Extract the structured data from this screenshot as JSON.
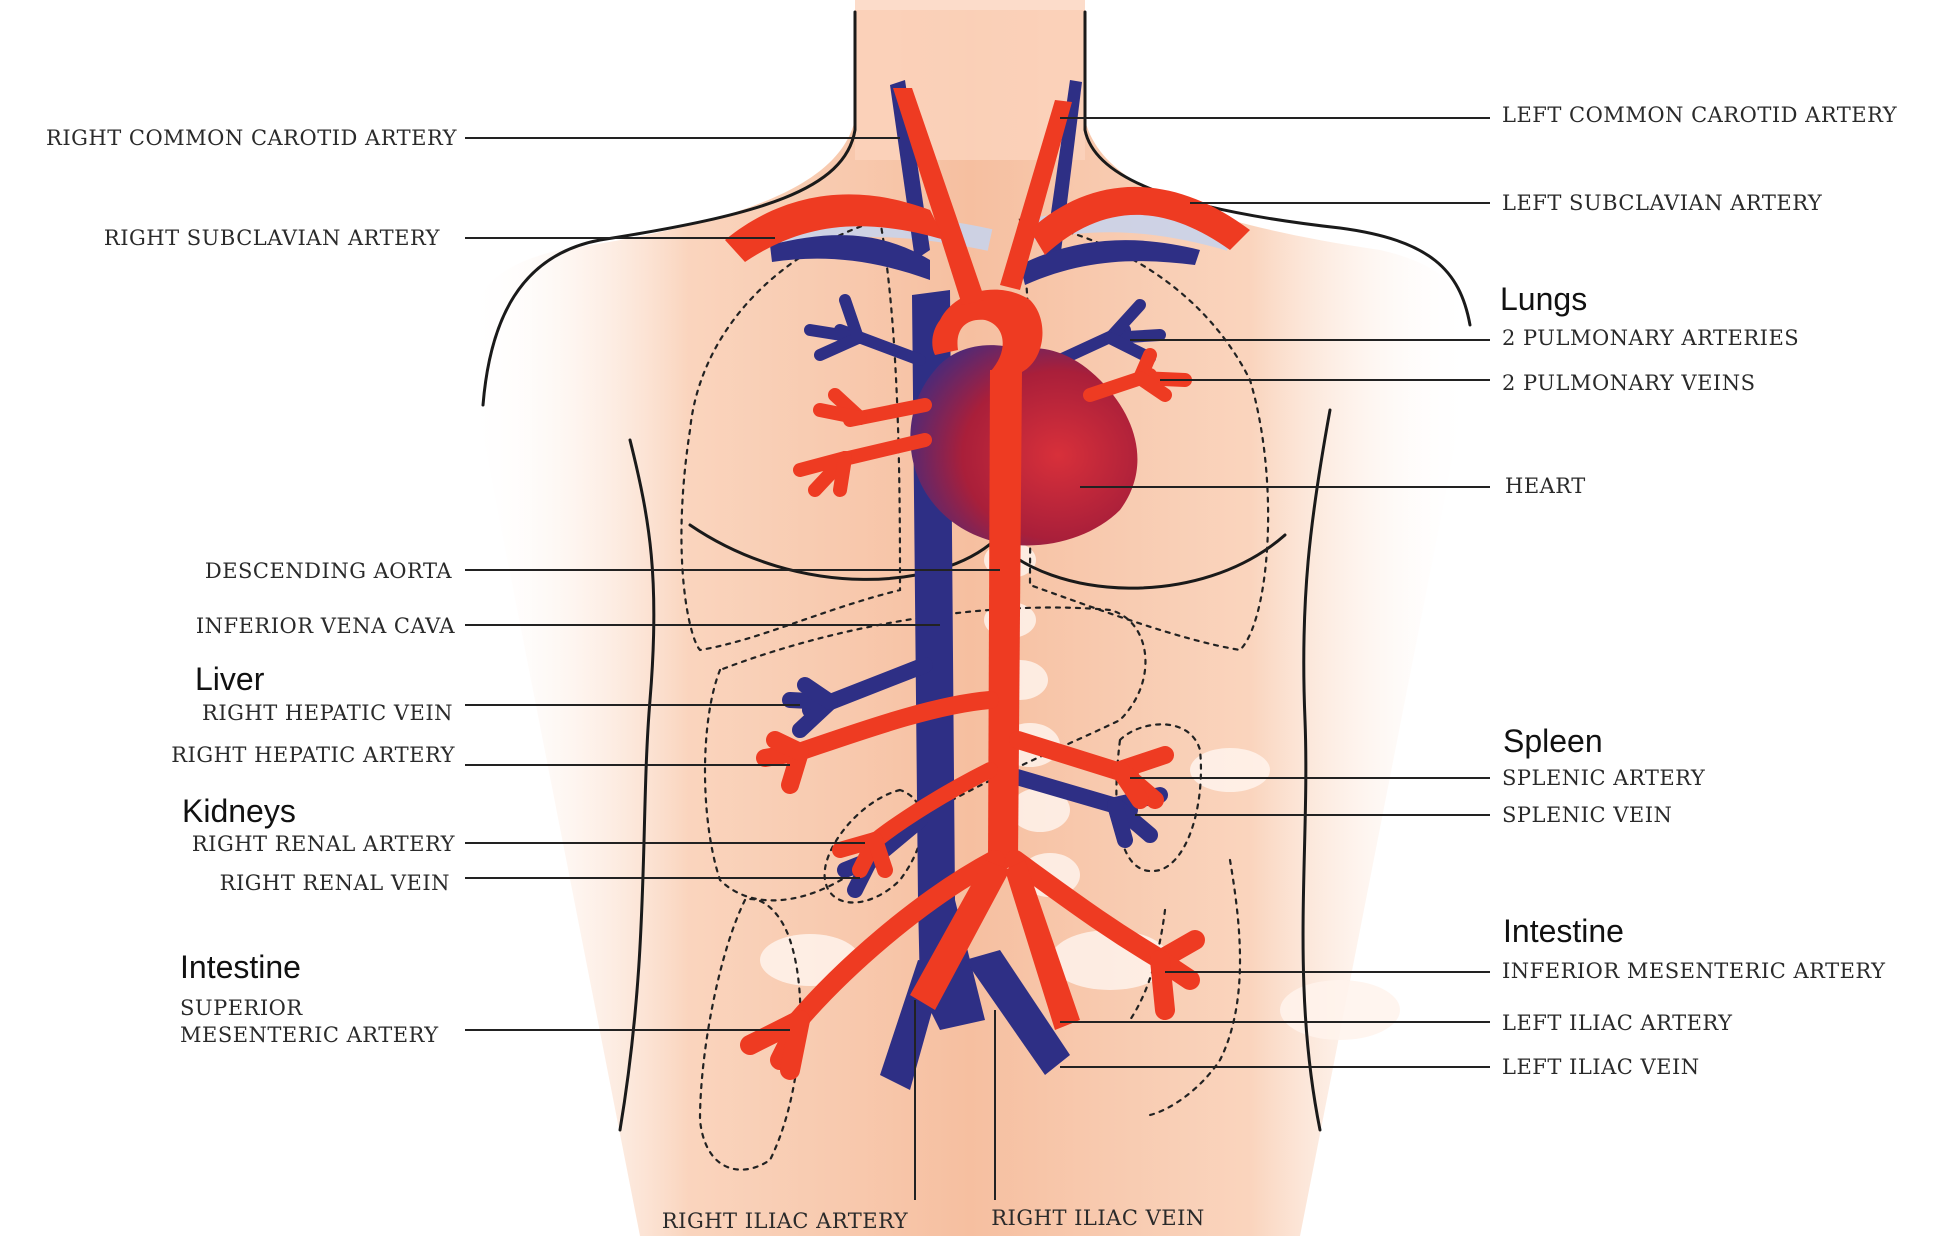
{
  "colors": {
    "artery": "#ee3b22",
    "vein": "#2e2f85",
    "heart": "#b8222d",
    "skin": "#fbd9c4",
    "bone": "#fff3ec",
    "line": "#222222"
  },
  "headings": {
    "lungs": "Lungs",
    "liver": "Liver",
    "kidneys": "Kidneys",
    "intestine_left": "Intestine",
    "spleen": "Spleen",
    "intestine_right": "Intestine"
  },
  "labels": {
    "right_common_carotid_artery": "RIGHT COMMON CAROTID ARTERY",
    "right_subclavian_artery": "RIGHT SUBCLAVIAN ARTERY",
    "descending_aorta": "DESCENDING AORTA",
    "inferior_vena_cava": "INFERIOR VENA CAVA",
    "right_hepatic_vein": "RIGHT HEPATIC VEIN",
    "right_hepatic_artery": "RIGHT HEPATIC ARTERY",
    "right_renal_artery": "RIGHT RENAL ARTERY",
    "right_renal_vein": "RIGHT RENAL VEIN",
    "superior_mesenteric_artery_line1": "SUPERIOR",
    "superior_mesenteric_artery_line2": "MESENTERIC ARTERY",
    "left_common_carotid_artery": "LEFT COMMON CAROTID ARTERY",
    "left_subclavian_artery": "LEFT SUBCLAVIAN ARTERY",
    "pulmonary_arteries": "2 PULMONARY ARTERIES",
    "pulmonary_veins": "2 PULMONARY VEINS",
    "heart": "HEART",
    "splenic_artery": "SPLENIC ARTERY",
    "splenic_vein": "SPLENIC VEIN",
    "inferior_mesenteric_artery": "INFERIOR MESENTERIC ARTERY",
    "left_iliac_artery": "LEFT ILIAC ARTERY",
    "left_iliac_vein": "LEFT ILIAC VEIN",
    "right_iliac_artery": "RIGHT ILIAC ARTERY",
    "right_iliac_vein": "RIGHT ILIAC VEIN"
  }
}
